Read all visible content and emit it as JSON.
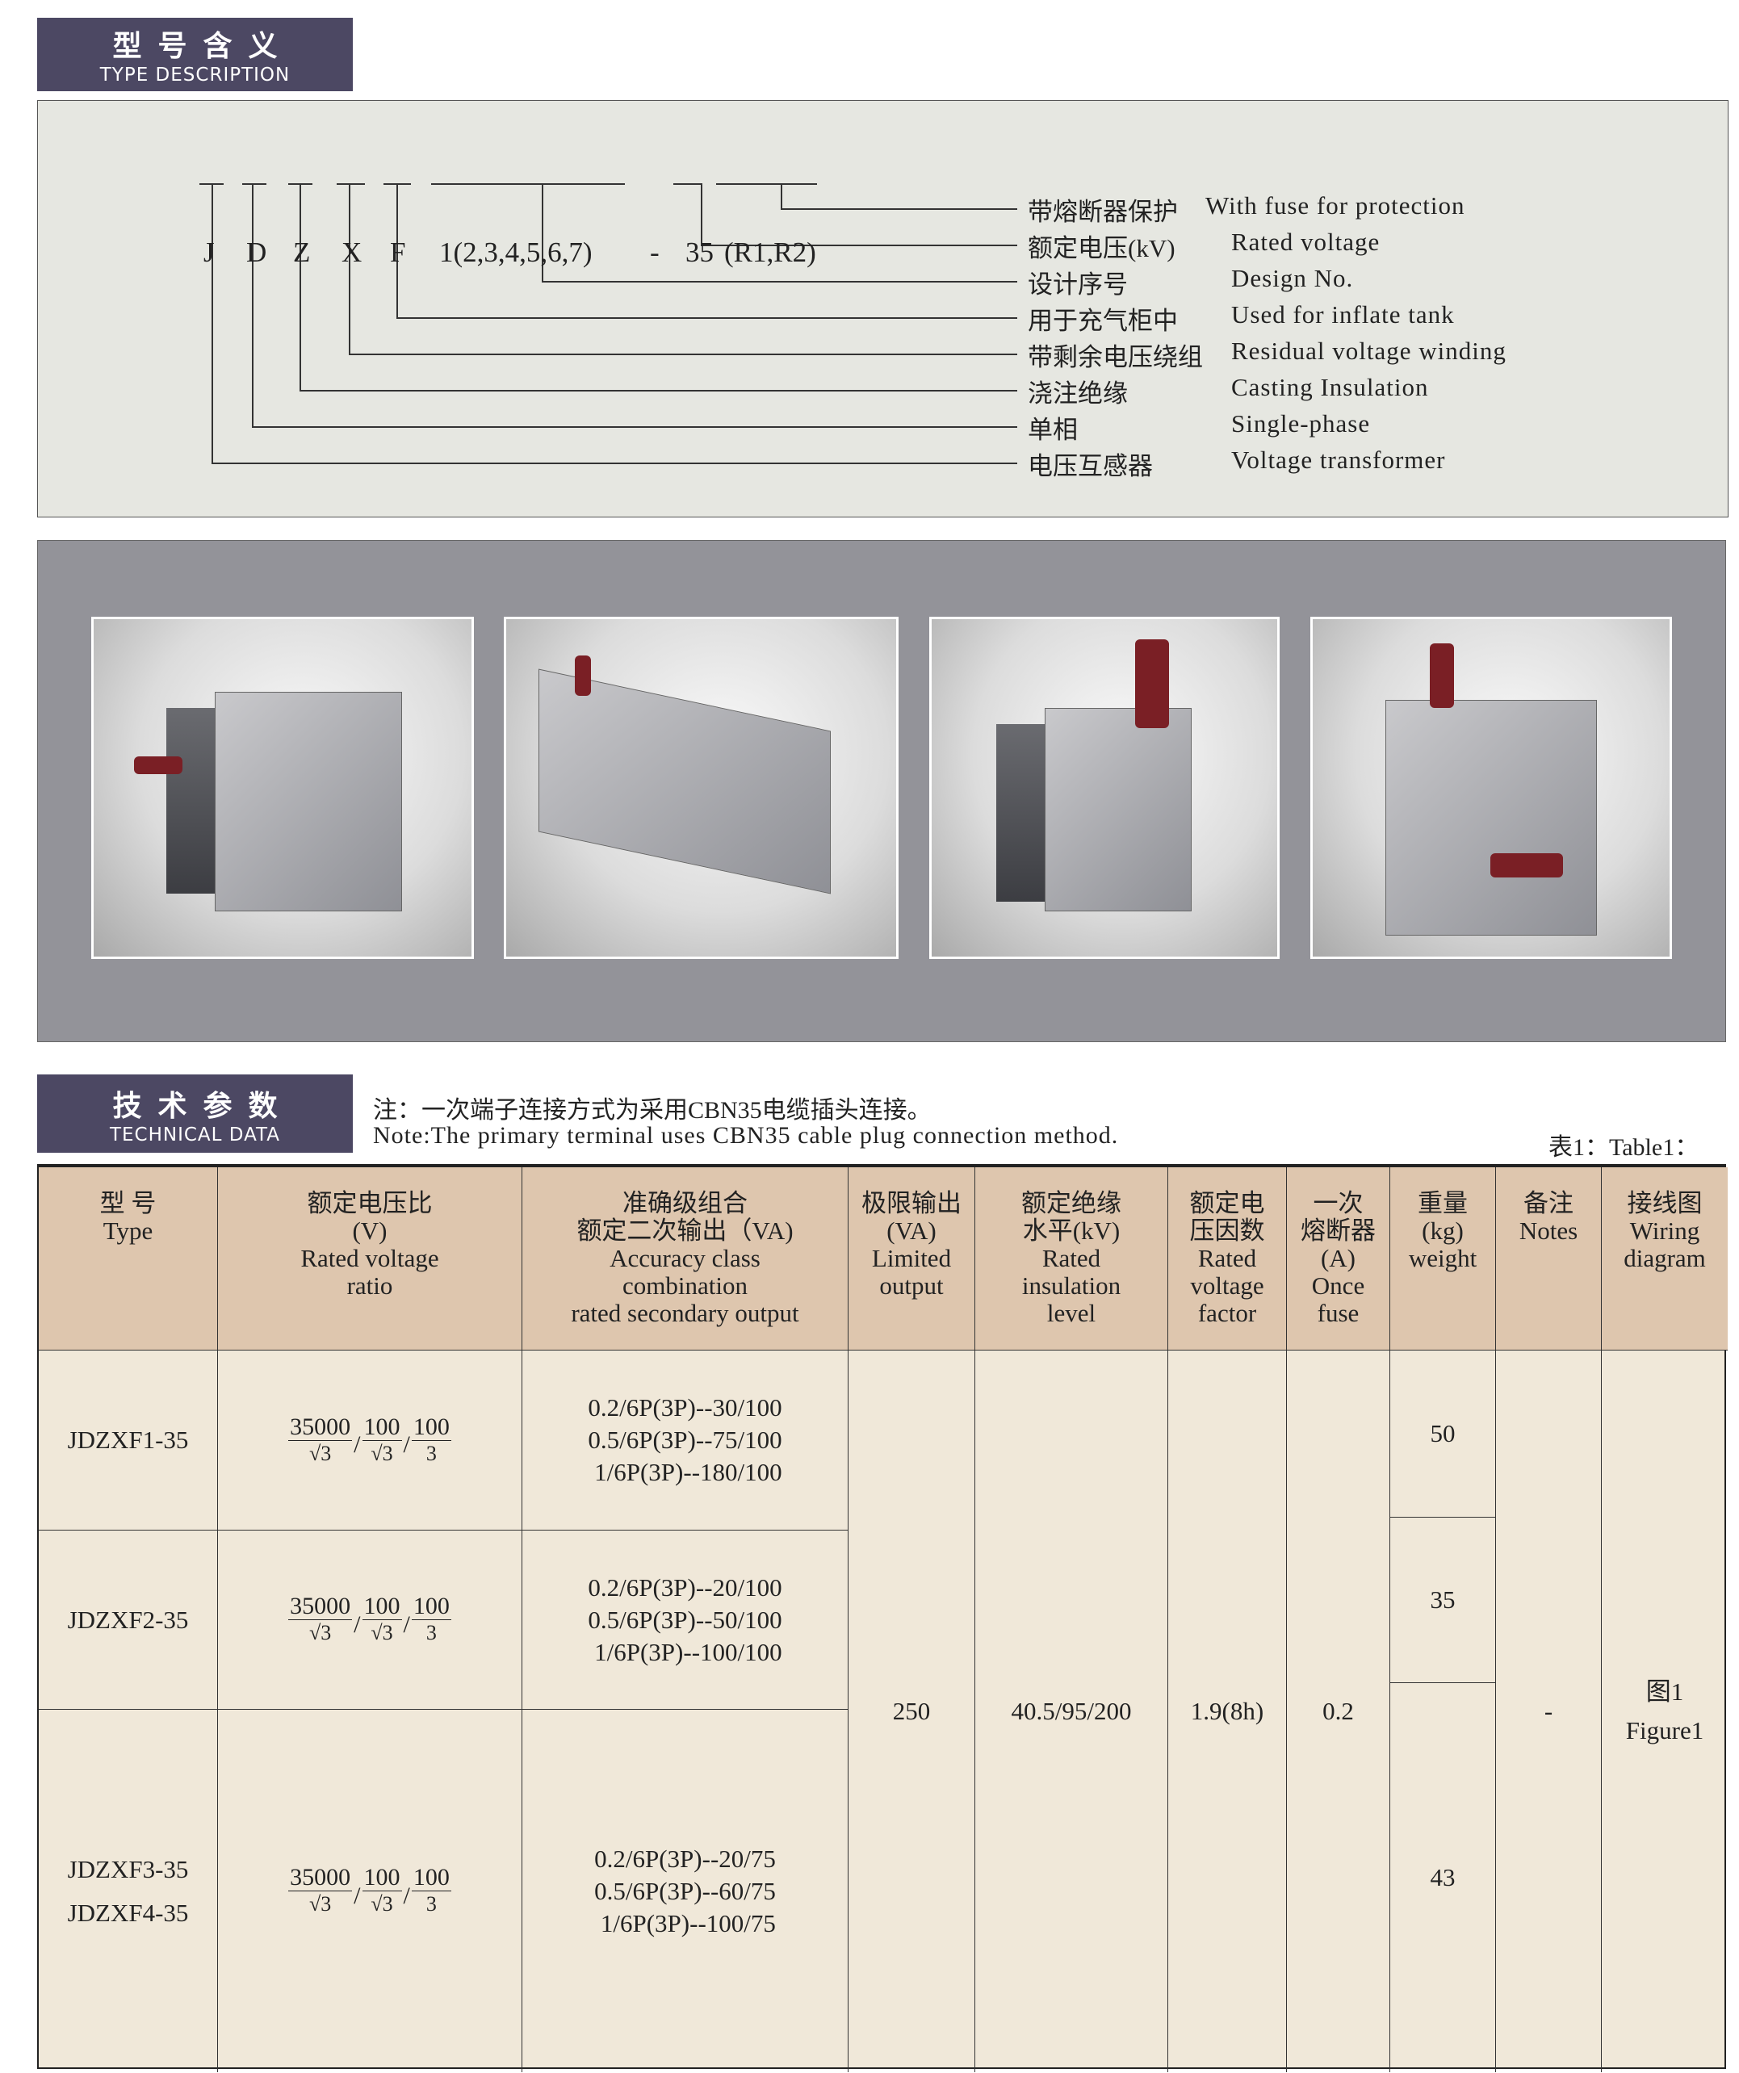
{
  "type_section": {
    "title_cn": "型号含义",
    "title_en": "TYPE DESCRIPTION",
    "code": [
      "J",
      "D",
      "Z",
      "X",
      "F",
      "1(2,3,4,5,6,7)",
      "-",
      "35",
      "(R1,R2)"
    ],
    "meanings": [
      {
        "cn": "带熔断器保护",
        "en": "With fuse for protection"
      },
      {
        "cn": "额定电压(kV)",
        "en": "Rated voltage"
      },
      {
        "cn": "设计序号",
        "en": "Design No."
      },
      {
        "cn": "用于充气柜中",
        "en": "Used for inflate tank"
      },
      {
        "cn": "带剩余电压绕组",
        "en": "Residual voltage winding"
      },
      {
        "cn": "浇注绝缘",
        "en": "Casting Insulation"
      },
      {
        "cn": "单相",
        "en": "Single-phase"
      },
      {
        "cn": "电压互感器",
        "en": "Voltage transformer"
      }
    ]
  },
  "tech_section": {
    "title_cn": "技术参数",
    "title_en": "TECHNICAL DATA",
    "note_cn": "注：一次端子连接方式为采用CBN35电缆插头连接。",
    "note_en": "Note:The primary terminal uses CBN35 cable plug connection method.",
    "table_label": "表1：Table1："
  },
  "table": {
    "headers": [
      [
        "型  号",
        "Type"
      ],
      [
        "额定电压比",
        "(V)",
        "Rated voltage",
        "ratio"
      ],
      [
        "准确级组合",
        "额定二次输出（VA)",
        "Accuracy class",
        "combination",
        "rated secondary output"
      ],
      [
        "极限输出",
        "(VA)",
        "Limited",
        "output"
      ],
      [
        "额定绝缘",
        "水平(kV)",
        "Rated",
        "insulation",
        "level"
      ],
      [
        "额定电",
        "压因数",
        "Rated",
        "voltage",
        "factor"
      ],
      [
        "一次",
        "熔断器",
        "(A)",
        "Once",
        "fuse"
      ],
      [
        "重量",
        "(kg)",
        "weight"
      ],
      [
        "备注",
        "Notes"
      ],
      [
        "接线图",
        "Wiring",
        "diagram"
      ]
    ],
    "ratio": {
      "n1": "35000",
      "d1": "√3",
      "n2": "100",
      "d2": "√3",
      "n3": "100",
      "d3": "3",
      "sep": "/"
    },
    "rows": [
      {
        "types": [
          "JDZXF1-35"
        ],
        "accuracy": [
          "0.2/6P(3P)--30/100",
          "0.5/6P(3P)--75/100",
          "1/6P(3P)--180/100"
        ]
      },
      {
        "types": [
          "JDZXF2-35"
        ],
        "accuracy": [
          "0.2/6P(3P)--20/100",
          "0.5/6P(3P)--50/100",
          "1/6P(3P)--100/100"
        ]
      },
      {
        "types": [
          "JDZXF3-35",
          "JDZXF4-35"
        ],
        "accuracy": [
          "0.2/6P(3P)--20/75",
          "0.5/6P(3P)--60/75",
          "1/6P(3P)--100/75"
        ]
      }
    ],
    "weights": [
      "50",
      "35",
      "43"
    ],
    "limited_output": "250",
    "insulation_level": "40.5/95/200",
    "voltage_factor": "1.9(8h)",
    "fuse": "0.2",
    "notes": "-",
    "wiring": [
      "图1",
      "Figure1"
    ]
  }
}
